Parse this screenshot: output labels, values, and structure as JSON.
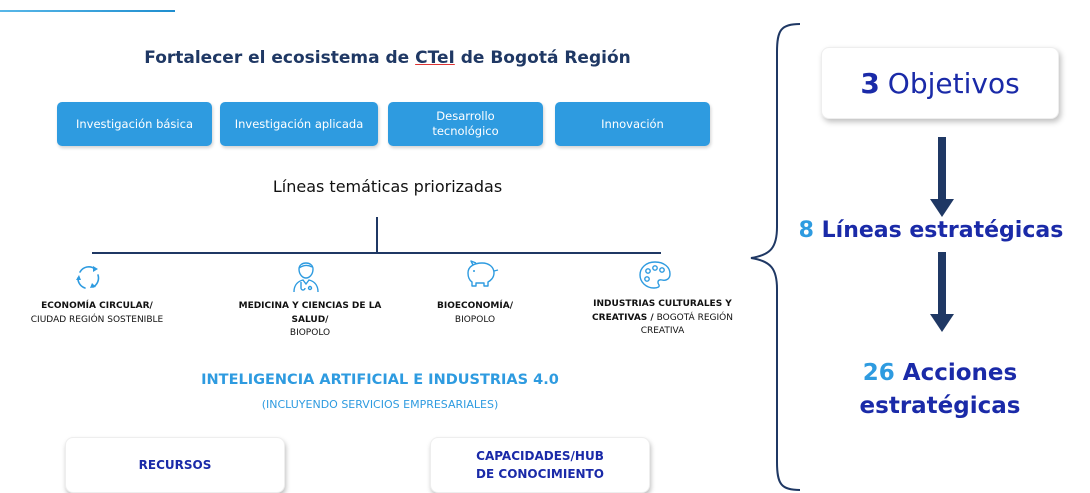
{
  "header": {
    "title_pre": "Fortalecer el ecosistema de ",
    "title_ul": "CTeI",
    "title_post": " de Bogotá Región"
  },
  "pills": [
    {
      "label": "Investigación básica"
    },
    {
      "label": "Investigación aplicada"
    },
    {
      "label": "Desarrollo tecnológico"
    },
    {
      "label": "Innovación"
    }
  ],
  "subtitle": "Líneas temáticas priorizadas",
  "thematic_lines": [
    {
      "bold": "ECONOMÍA CIRCULAR/",
      "normal": "CIUDAD REGIÓN SOSTENIBLE",
      "icon": "recycle-icon"
    },
    {
      "bold": "MEDICINA Y CIENCIAS DE LA SALUD/",
      "normal": "BIOPOLO",
      "icon": "doctor-icon"
    },
    {
      "bold": "BIOECONOMÍA/",
      "normal": "BIOPOLO",
      "icon": "piggy-bank-icon"
    },
    {
      "bold": "INDUSTRIAS CULTURALES Y CREATIVAS /",
      "normal": "BOGOTÁ REGIÓN CREATIVA",
      "icon": "palette-icon"
    }
  ],
  "ai": {
    "title": "INTELIGENCIA ARTIFICIAL E INDUSTRIAS 4.0",
    "subtitle": "(INCLUYENDO SERVICIOS EMPRESARIALES)"
  },
  "bottom_boxes": [
    {
      "label": "RECURSOS"
    },
    {
      "label": "CAPACIDADES/HUB DE CONOCIMIENTO"
    }
  ],
  "summary": {
    "objectives_num": "3",
    "objectives_label": "Objetivos",
    "lines_num": "8",
    "lines_label": "Líneas estratégicas",
    "actions_num": "26",
    "actions_label": "Acciones estratégicas"
  },
  "colors": {
    "accent_blue": "#2e9be0",
    "navy": "#1f3864",
    "summary_blue": "#1a2aa8"
  }
}
